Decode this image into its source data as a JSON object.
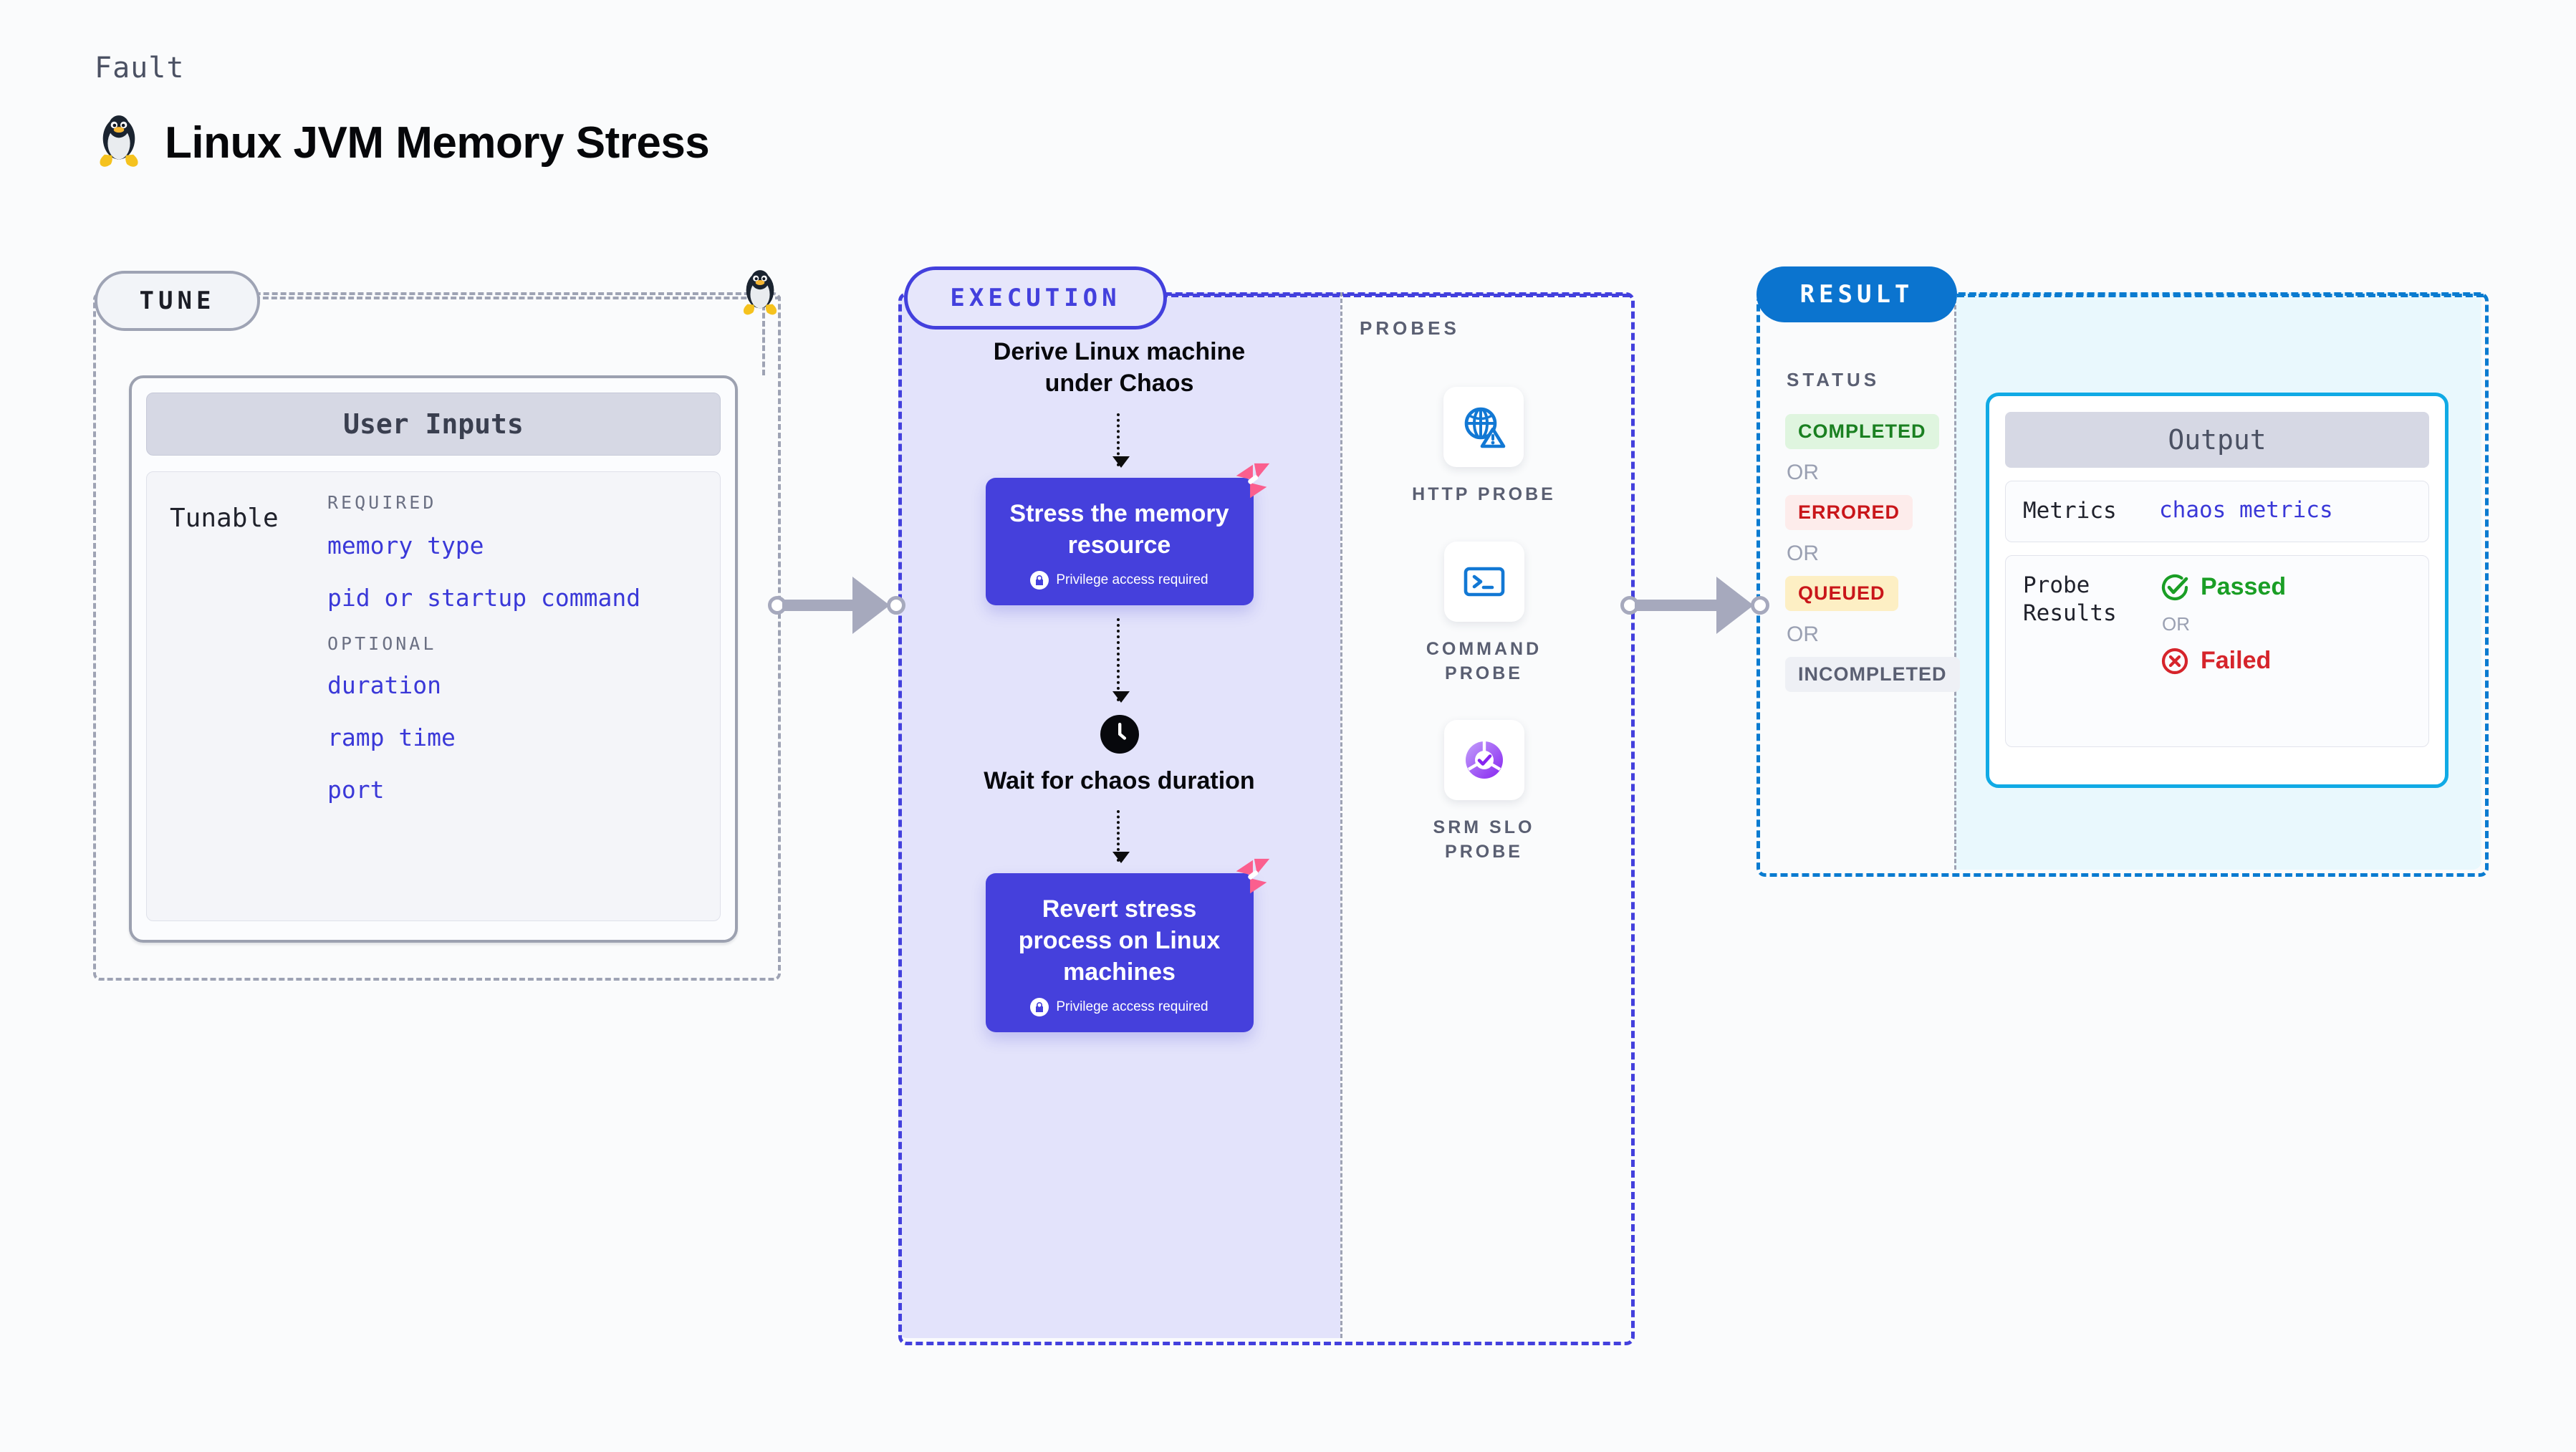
{
  "header": {
    "eyebrow": "Fault",
    "title": "Linux JVM Memory Stress",
    "penguin_icon": "linux-penguin-icon"
  },
  "tune": {
    "badge": "TUNE",
    "penguin_icon": "linux-penguin-icon",
    "card": {
      "header": "User Inputs",
      "row_label": "Tunable",
      "groups": [
        {
          "title": "REQUIRED",
          "fields": [
            "memory type",
            "pid or startup command"
          ]
        },
        {
          "title": "OPTIONAL",
          "fields": [
            "duration",
            "ramp time",
            "port"
          ]
        }
      ]
    }
  },
  "execution": {
    "badge": "EXECUTION",
    "steps": {
      "derive_title": "Derive Linux machine under Chaos",
      "stress_title": "Stress the memory resource",
      "stress_sub": "Privilege access required",
      "wait_title": "Wait for chaos duration",
      "revert_title": "Revert stress process on Linux machines",
      "revert_sub": "Privilege access required"
    },
    "icons": {
      "clock": "clock-icon",
      "lock": "lock-icon",
      "corner": "harness-logo-badge-icon"
    }
  },
  "probes": {
    "title": "PROBES",
    "items": [
      {
        "label": "HTTP PROBE",
        "icon": "globe-warning-icon"
      },
      {
        "label": "COMMAND PROBE",
        "icon": "terminal-prompt-icon"
      },
      {
        "label": "SRM SLO PROBE",
        "icon": "slo-check-donut-icon"
      }
    ]
  },
  "result": {
    "badge": "RESULT",
    "status_title": "STATUS",
    "or_label": "OR",
    "statuses": [
      {
        "label": "COMPLETED",
        "text_color": "#1a8021",
        "bg_color": "#dff5df"
      },
      {
        "label": "ERRORED",
        "text_color": "#c9161a",
        "bg_color": "#fdeceb"
      },
      {
        "label": "QUEUED",
        "text_color": "#c9161a",
        "bg_color": "#fdefc4"
      },
      {
        "label": "INCOMPLETED",
        "text_color": "#5a5f72",
        "bg_color": "#eef0f5"
      }
    ],
    "output": {
      "header": "Output",
      "metrics_key": "Metrics",
      "metrics_value": "chaos metrics",
      "probe_results_key": "Probe Results",
      "passed_label": "Passed",
      "failed_label": "Failed",
      "or_label": "OR",
      "passed_icon": "check-circle-icon",
      "failed_icon": "x-circle-icon",
      "passed_color": "#1a9e25",
      "failed_color": "#d6242b"
    }
  },
  "colors": {
    "execution_accent": "#4340dd",
    "result_accent": "#0a7bd0",
    "tune_accent": "#9ea3b4",
    "link": "#3a38d8",
    "corner_badge": "#fb5f8e"
  }
}
